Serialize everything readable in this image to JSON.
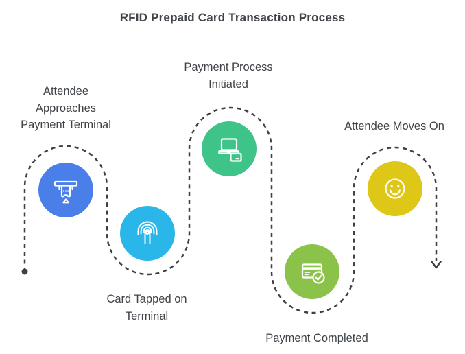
{
  "title": "RFID Prepaid Card Transaction Process",
  "colors": {
    "text": "#3F4347",
    "path": "#3F4043",
    "icon_stroke": "#FFFFFF",
    "background": "#FFFFFF"
  },
  "flow": {
    "style": "dashed-snake-path",
    "start_marker": "dot",
    "end_marker": "arrow-down"
  },
  "steps": [
    {
      "order": 1,
      "label": "Attendee\nApproaches\nPayment Terminal",
      "icon": "card-insert-terminal-icon",
      "color": "#4A7EE8",
      "row": "top"
    },
    {
      "order": 2,
      "label": "Card Tapped on\nTerminal",
      "icon": "contactless-tap-icon",
      "color": "#2BB6E9",
      "row": "bottom"
    },
    {
      "order": 3,
      "label": "Payment Process\nInitiated",
      "icon": "laptop-card-icon",
      "color": "#3EC389",
      "row": "top"
    },
    {
      "order": 4,
      "label": "Payment Completed",
      "icon": "card-check-icon",
      "color": "#8BC34A",
      "row": "bottom"
    },
    {
      "order": 5,
      "label": "Attendee Moves On",
      "icon": "smiley-face-icon",
      "color": "#DFC717",
      "row": "top"
    }
  ]
}
